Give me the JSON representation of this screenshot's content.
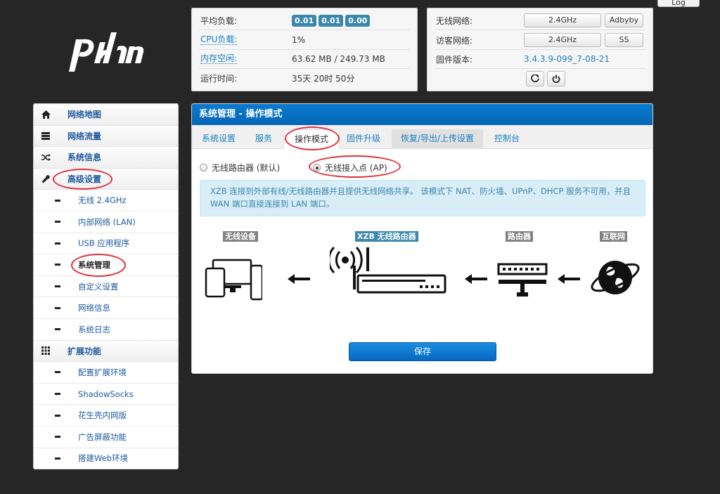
{
  "header": {
    "log_label": "Log"
  },
  "system_status": {
    "load_label": "平均负载:",
    "load_values": [
      "0.01",
      "0.01",
      "0.00"
    ],
    "cpu_label": "CPU负载:",
    "cpu_value": "1%",
    "mem_label": "内存空闲:",
    "mem_value": "63.62 MB / 249.73 MB",
    "uptime_label": "运行时间:",
    "uptime_value": "35天 20时 50分"
  },
  "network_status": {
    "wifi_label": "无线网络:",
    "wifi_value": "2.4GHz",
    "wifi_extra": "Adbyby",
    "guest_label": "访客网络:",
    "guest_value": "2.4GHz",
    "guest_extra": "SS",
    "firmware_label": "固件版本:",
    "firmware_value": "3.4.3.9-099_7-08-21"
  },
  "sidebar": {
    "items": [
      {
        "label": "网络地图",
        "icon": "home-icon"
      },
      {
        "label": "网络流量",
        "icon": "server-icon"
      },
      {
        "label": "系统信息",
        "icon": "shuffle-icon"
      },
      {
        "label": "高级设置",
        "icon": "wrench-icon"
      },
      {
        "label": "无线 2.4GHz"
      },
      {
        "label": "内部网络 (LAN)"
      },
      {
        "label": "USB 应用程序"
      },
      {
        "label": "系统管理"
      },
      {
        "label": "自定义设置"
      },
      {
        "label": "网络信息"
      },
      {
        "label": "系统日志"
      },
      {
        "label": "扩展功能",
        "icon": "grid-icon"
      },
      {
        "label": "配置扩展环境"
      },
      {
        "label": "ShadowSocks"
      },
      {
        "label": "花生壳内网版"
      },
      {
        "label": "广告屏蔽功能"
      },
      {
        "label": "搭建Web环境"
      }
    ]
  },
  "panel": {
    "title": "系统管理 - 操作模式",
    "tabs": [
      "系统设置",
      "服务",
      "操作模式",
      "固件升级",
      "恢复/导出/上传设置",
      "控制台"
    ],
    "radio_router": "无线路由器 (默认)",
    "radio_ap": "无线接入点 (AP)",
    "info_text": "XZB 连接到外部有线/无线路由器并且提供无线网络共享。 该模式下 NAT、防火墙、UPnP、DHCP 服务不可用，并且 WAN 端口直接连接到 LAN 端口。",
    "diagram": {
      "label_devices": "无线设备",
      "label_xzb": "XZB 无线路由器",
      "label_router": "路由器",
      "label_internet": "互联网"
    },
    "save_label": "保存"
  },
  "colors": {
    "accent": "#0a7bd1",
    "badge": "#3a87ad",
    "annotation": "#e0303a"
  }
}
